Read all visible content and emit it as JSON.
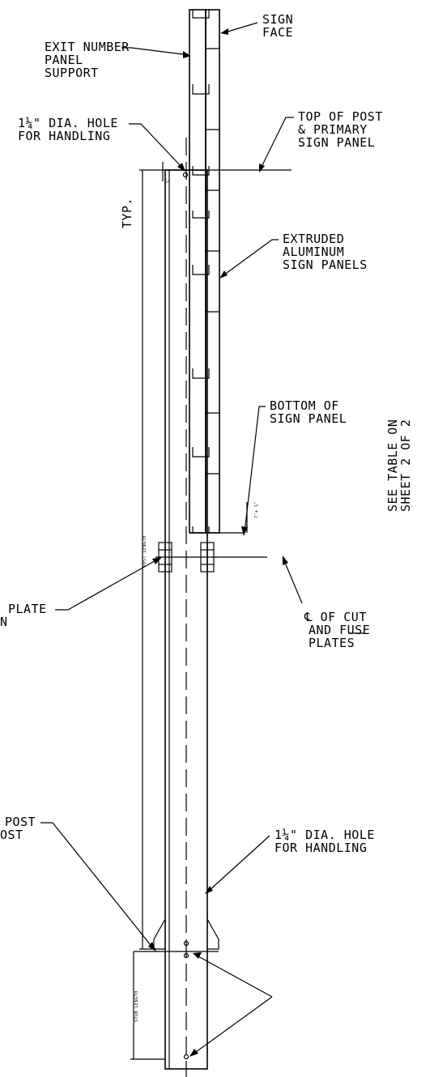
{
  "labels": {
    "sign_face": [
      "SIGN",
      "FACE"
    ],
    "exit_number_support": [
      "EXIT NUMBER",
      "PANEL",
      "SUPPORT"
    ],
    "hole_top": [
      "1¼\" DIA. HOLE",
      "FOR HANDLING"
    ],
    "top_of_post": [
      "TOP OF POST",
      "& PRIMARY",
      "SIGN PANEL"
    ],
    "typ": "TYP.",
    "extruded_panels": [
      "EXTRUDED",
      "ALUMINUM",
      "SIGN PANELS"
    ],
    "bottom_of_panel": [
      "BOTTOM OF",
      "SIGN PANEL"
    ],
    "see_table": [
      "SEE TABLE ON",
      "SHEET 2 OF 2"
    ],
    "cut_fuse": [
      "℄ OF CUT",
      "AND FUSE",
      "PLATES"
    ],
    "plate_partial": [
      "PLATE",
      "N"
    ],
    "post_partial": [
      "POST",
      "OST"
    ],
    "hole_bottom": [
      "1¼\" DIA. HOLE",
      "FOR HANDLING"
    ],
    "post_length": "POST LENGTH",
    "stub_length": "STUB LENGTH",
    "dim_small_top": "¾\"",
    "dim_small_bottom": "7'± ¾\""
  }
}
